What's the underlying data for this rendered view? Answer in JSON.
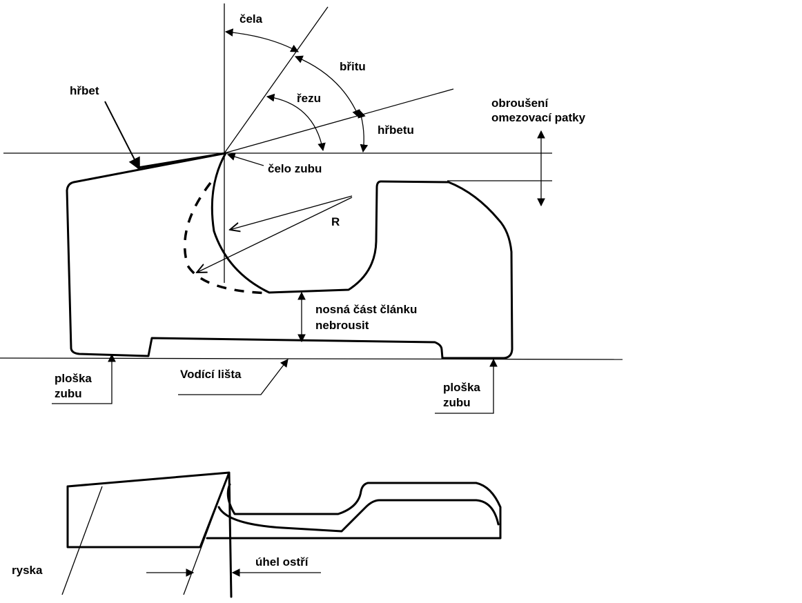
{
  "labels": {
    "cela": "čela",
    "britu": "břitu",
    "rezu": "řezu",
    "hrbetu": "hřbetu",
    "hrbet": "hřbet",
    "obrouseni_1": "obroušení",
    "obrouseni_2": "omezovací patky",
    "celo_zubu": "čelo zubu",
    "r": "R",
    "nosna_1": "nosná část článku",
    "nosna_2": "nebrousit",
    "ploska_left_1": "ploška",
    "ploska_left_2": "zubu",
    "vodici_lista": "Vodící lišta",
    "ploska_right_1": "ploška",
    "ploska_right_2": "zubu",
    "ryska": "ryska",
    "uhel_ostri": "úhel ostří"
  }
}
